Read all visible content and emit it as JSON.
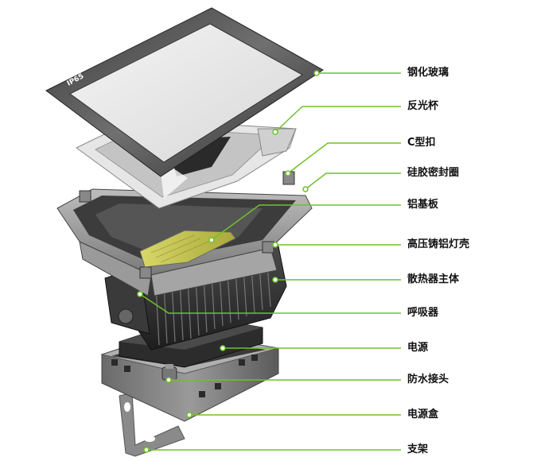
{
  "diagram": {
    "leader_color": "#6fc12a",
    "glass_marking": "IP65",
    "labels": [
      {
        "id": "glass",
        "text": "钢化玻璃"
      },
      {
        "id": "reflector",
        "text": "反光杯"
      },
      {
        "id": "c-clip",
        "text": "C型扣"
      },
      {
        "id": "silicone-gasket",
        "text": "硅胶密封圈"
      },
      {
        "id": "aluminum-substrate",
        "text": "铝基板"
      },
      {
        "id": "die-cast-housing",
        "text": "高压铸铝灯壳"
      },
      {
        "id": "heatsink-body",
        "text": "散热器主体"
      },
      {
        "id": "breather",
        "text": "呼吸器"
      },
      {
        "id": "power-supply",
        "text": "电源"
      },
      {
        "id": "waterproof-connector",
        "text": "防水接头"
      },
      {
        "id": "power-box",
        "text": "电源盒"
      },
      {
        "id": "bracket",
        "text": "支架"
      }
    ]
  }
}
